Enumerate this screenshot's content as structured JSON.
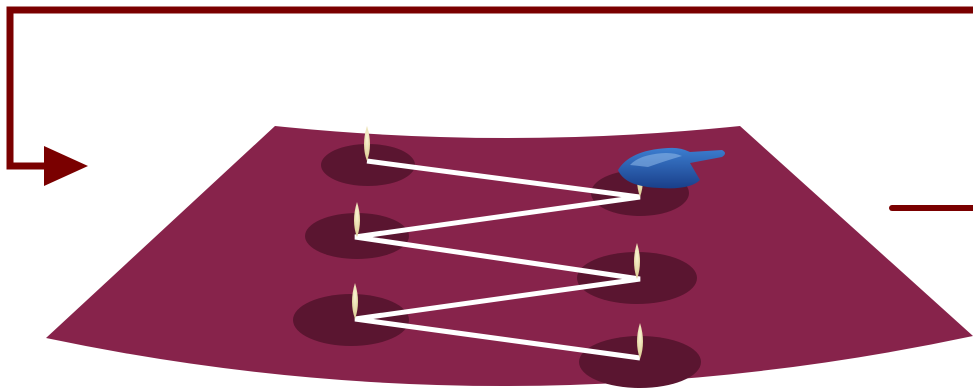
{
  "colors": {
    "background": "#ffffff",
    "flow_arrow": "#7a0000",
    "tray": "#87234b",
    "spot": "#5a1530",
    "path": "#ffffff",
    "flame_tip": "#fbf6d6",
    "flame_body": "#d9c88c",
    "tool_light": "#3c7ed0",
    "tool_dark": "#1a3f8a"
  },
  "icons": {
    "flow_arrow": "return-arrow-icon",
    "spot": "dark-spot",
    "flame": "flame-icon",
    "tool": "blue-nozzle-icon"
  },
  "spot_count": 6,
  "path_sequence": [
    "upper-left",
    "upper-right",
    "middle-left",
    "middle-right",
    "lower-left",
    "lower-right"
  ]
}
